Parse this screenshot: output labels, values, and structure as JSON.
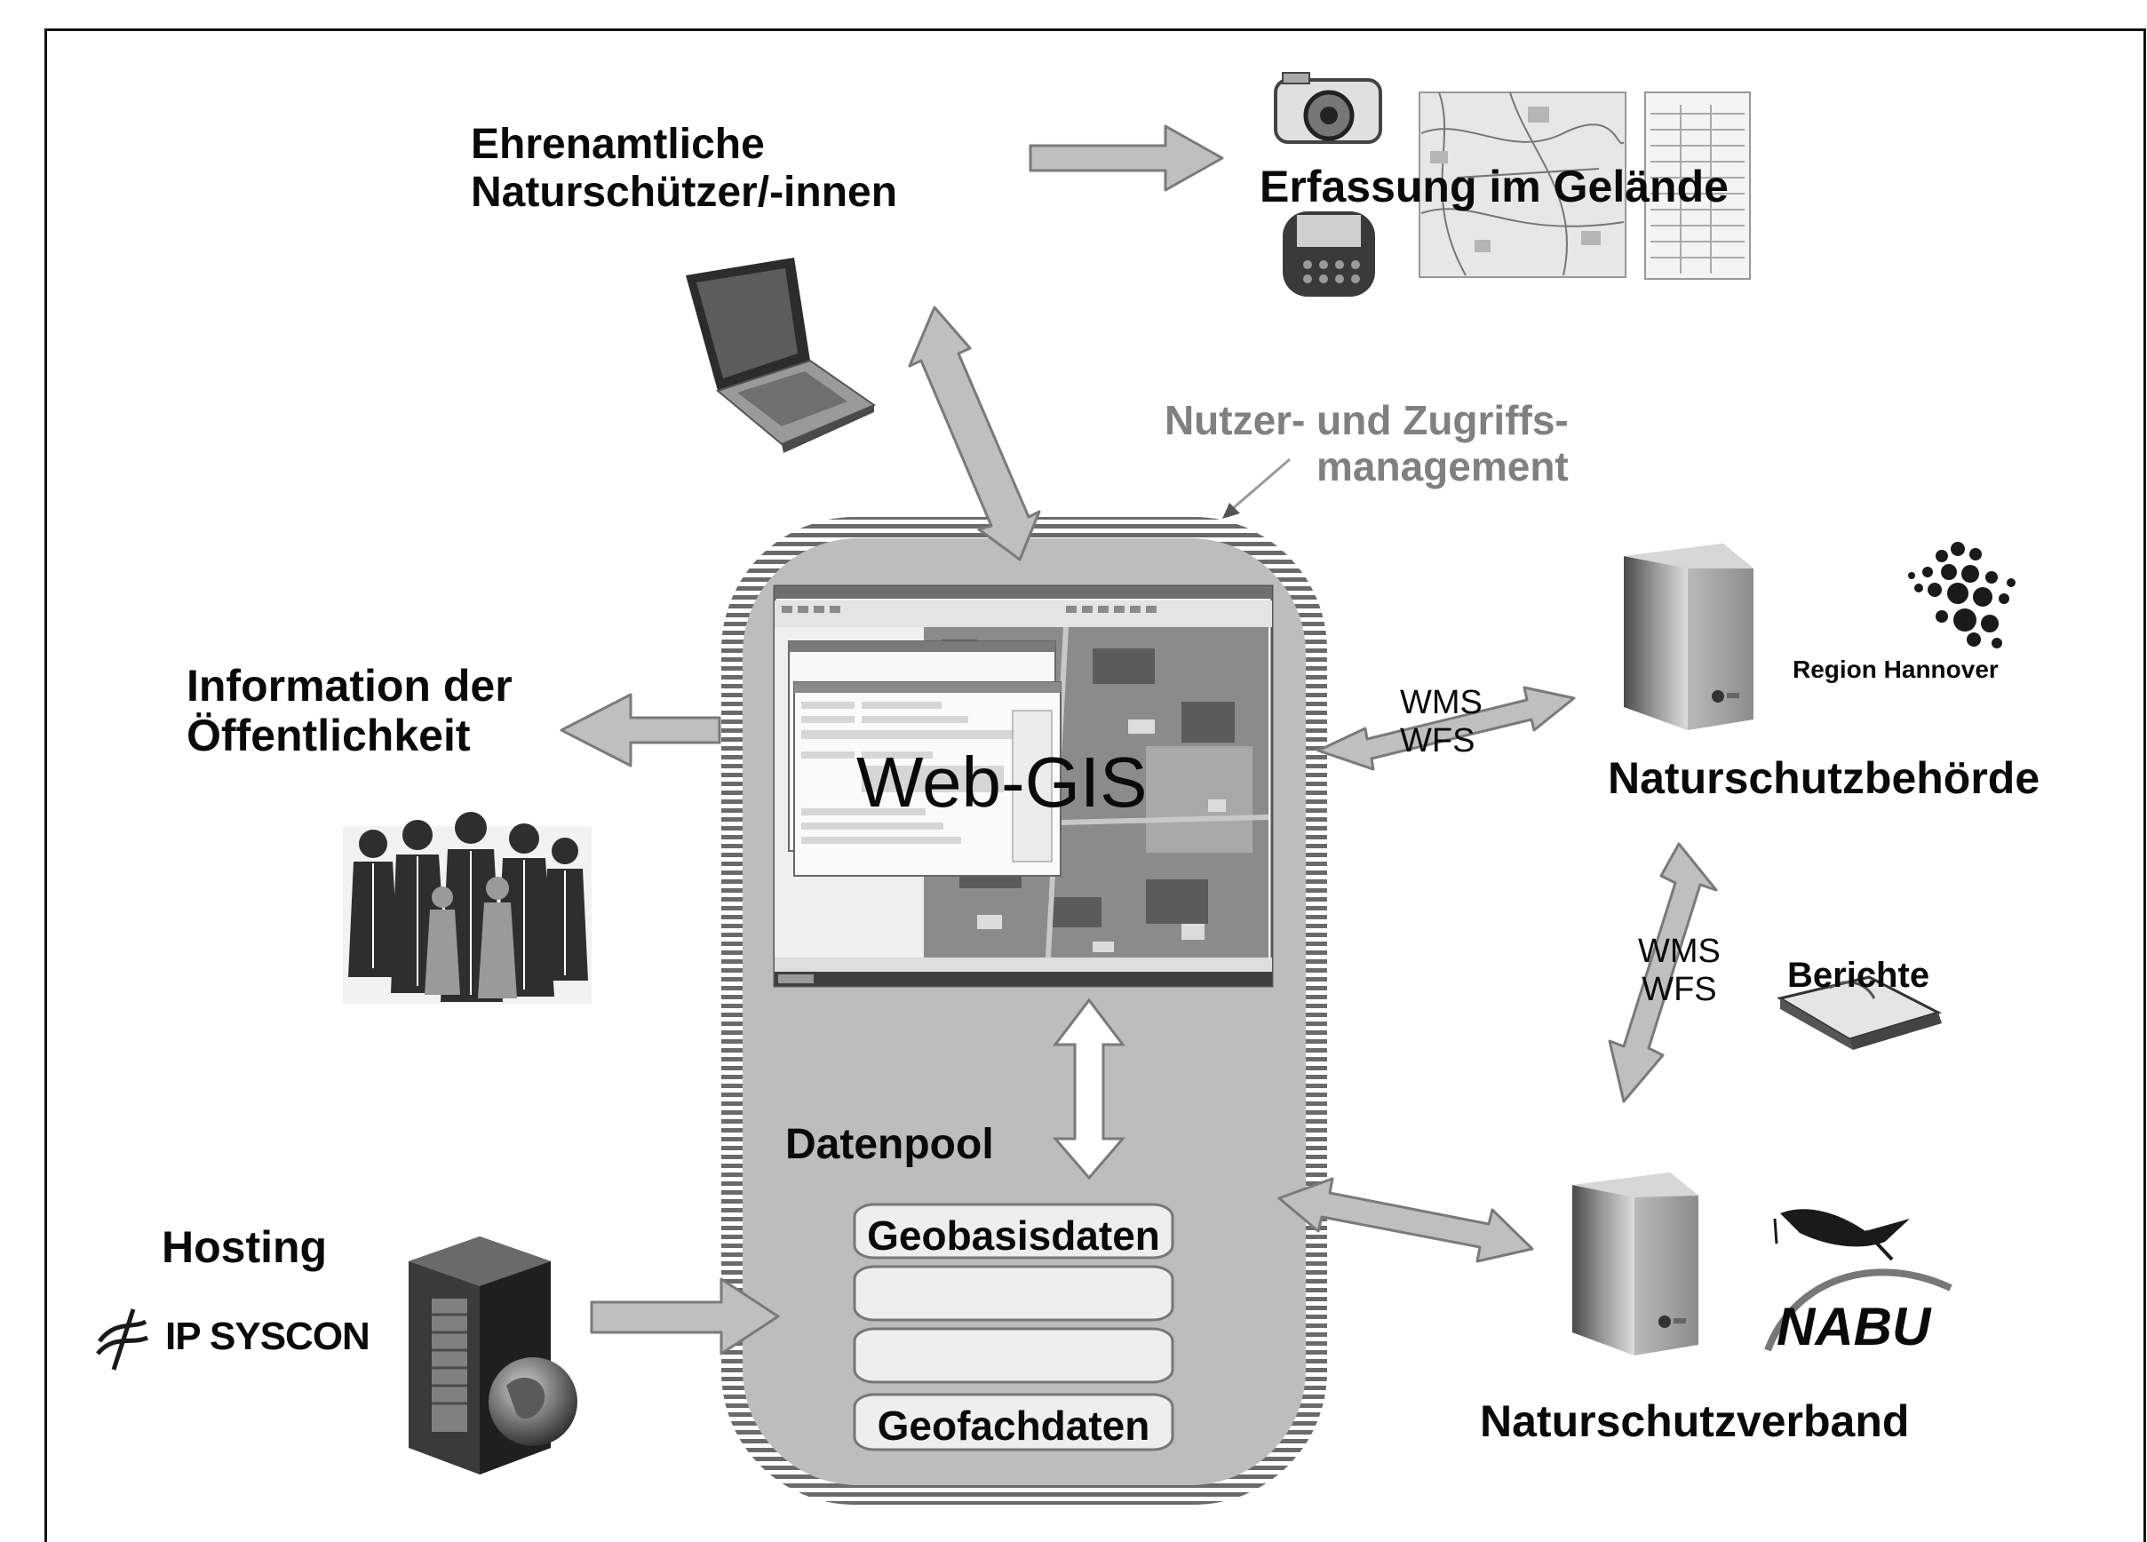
{
  "colors": {
    "pool_fill": "#bdbdbd",
    "pool_stripes": "#6a6a6a",
    "arrow_fill": "#bfbfbf",
    "arrow_stroke": "#7a7a7a",
    "text": "#0a0a0a",
    "annotation": "#808080"
  },
  "actors": {
    "volunteers": {
      "line1": "Ehrenamtliche",
      "line2": "Naturschützer/-innen",
      "icon": "laptop-icon"
    },
    "field": {
      "label": "Erfassung im Gelände",
      "icons": [
        "camera-icon",
        "pda-icon",
        "map-sheet-icon",
        "form-sheet-icon"
      ]
    },
    "access_mgmt": {
      "line1": "Nutzer- und Zugriffs-",
      "line2": "management"
    },
    "public": {
      "line1": "Information der",
      "line2": "Öffentlichkeit",
      "icon": "crowd-icon"
    },
    "authority": {
      "label": "Naturschutzbehörde",
      "logo_text": "Region Hannover",
      "icon": "server-icon"
    },
    "association": {
      "label": "Naturschutzverband",
      "logo_text": "NABU",
      "icon": "server-icon"
    },
    "hosting": {
      "label": "Hosting",
      "logo_text": "IP SYSCON",
      "icon": "server-rack-globe-icon"
    },
    "reports": {
      "label": "Berichte",
      "icon": "book-icon"
    }
  },
  "center": {
    "webgis_label": "Web-GIS",
    "datapool_label": "Datenpool",
    "layers": [
      "Geobasisdaten",
      "",
      "",
      "Geofachdaten"
    ]
  },
  "protocols": {
    "authority_link": {
      "line1": "WMS",
      "line2": "WFS"
    },
    "authority_association_link": {
      "line1": "WMS",
      "line2": "WFS"
    }
  }
}
